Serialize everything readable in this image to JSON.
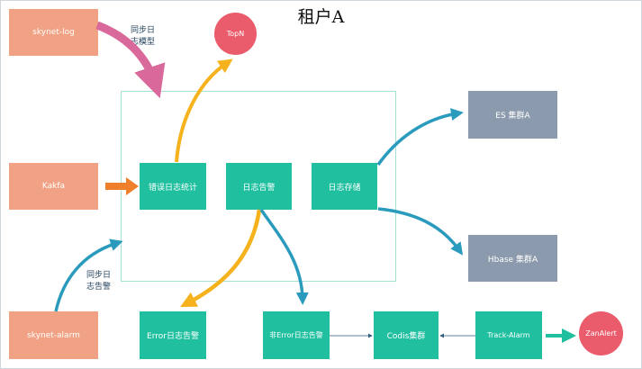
{
  "title": "租户A",
  "nodes": {
    "skynet_log": "skynet-log",
    "kakfa": "Kakfa",
    "skynet_alarm": "skynet-alarm",
    "topn": "TopN",
    "error_stats": "错误日志统计",
    "log_alert": "日志告警",
    "log_storage": "日志存储",
    "es_cluster": "ES 集群A",
    "hbase_cluster": "Hbase 集群A",
    "error_alert": "Error日志告警",
    "non_error_alert": "非Error日志告警",
    "codis_cluster": "Codis集群",
    "track_alarm": "Track-Alarm",
    "zanalert": "ZanAlert"
  },
  "notes": {
    "sync_log_model_1": "同步日",
    "sync_log_model_2": "志模型",
    "sync_log_alert_1": "同步日",
    "sync_log_alert_2": "志告警"
  },
  "colors": {
    "salmon": "#f2a284",
    "teal": "#1fbf9f",
    "gray": "#8c9aad",
    "red": "#ea5b6b",
    "pink_arrow": "#d9699a",
    "orange_arrow": "#f5b21c",
    "blue_arrow": "#2b9bbd",
    "kakfa_arrow": "#f07f2c"
  }
}
